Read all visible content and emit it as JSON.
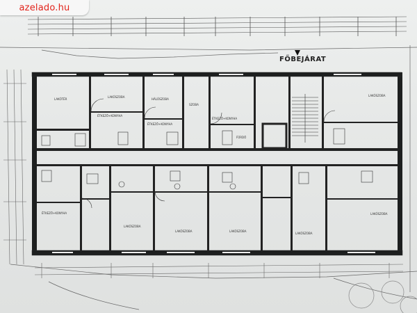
{
  "watermark": {
    "text": "azelado.hu",
    "color": "#e2231a"
  },
  "plan": {
    "entrance_label": "FŐBEJÁRAT",
    "rooms": [
      {
        "id": "r1",
        "label": "LAKÓTÉR"
      },
      {
        "id": "r2",
        "label": "LAKÓSZOBA"
      },
      {
        "id": "r3",
        "label": "ÉTKEZŐ+KONYHA"
      },
      {
        "id": "r4",
        "label": "HÁLÓSZOBA"
      },
      {
        "id": "r5",
        "label": "ÉTKEZŐ+KONYHA"
      },
      {
        "id": "r6",
        "label": "SZOBA"
      },
      {
        "id": "r7",
        "label": "FÜRDŐ"
      },
      {
        "id": "r8",
        "label": "ÉTKEZŐ+KONYHA"
      },
      {
        "id": "r9",
        "label": "LAKÓSZOBA"
      },
      {
        "id": "r10",
        "label": "LAKÓSZOBA"
      },
      {
        "id": "r11",
        "label": "LAKÓSZOBA"
      },
      {
        "id": "r12",
        "label": "ÉTKEZŐ+KONYHA"
      },
      {
        "id": "r13",
        "label": "LAKÓSZOBA"
      },
      {
        "id": "r14",
        "label": "LAKÓSZOBA"
      },
      {
        "id": "r15",
        "label": "LAKÓSZOBA"
      }
    ]
  }
}
